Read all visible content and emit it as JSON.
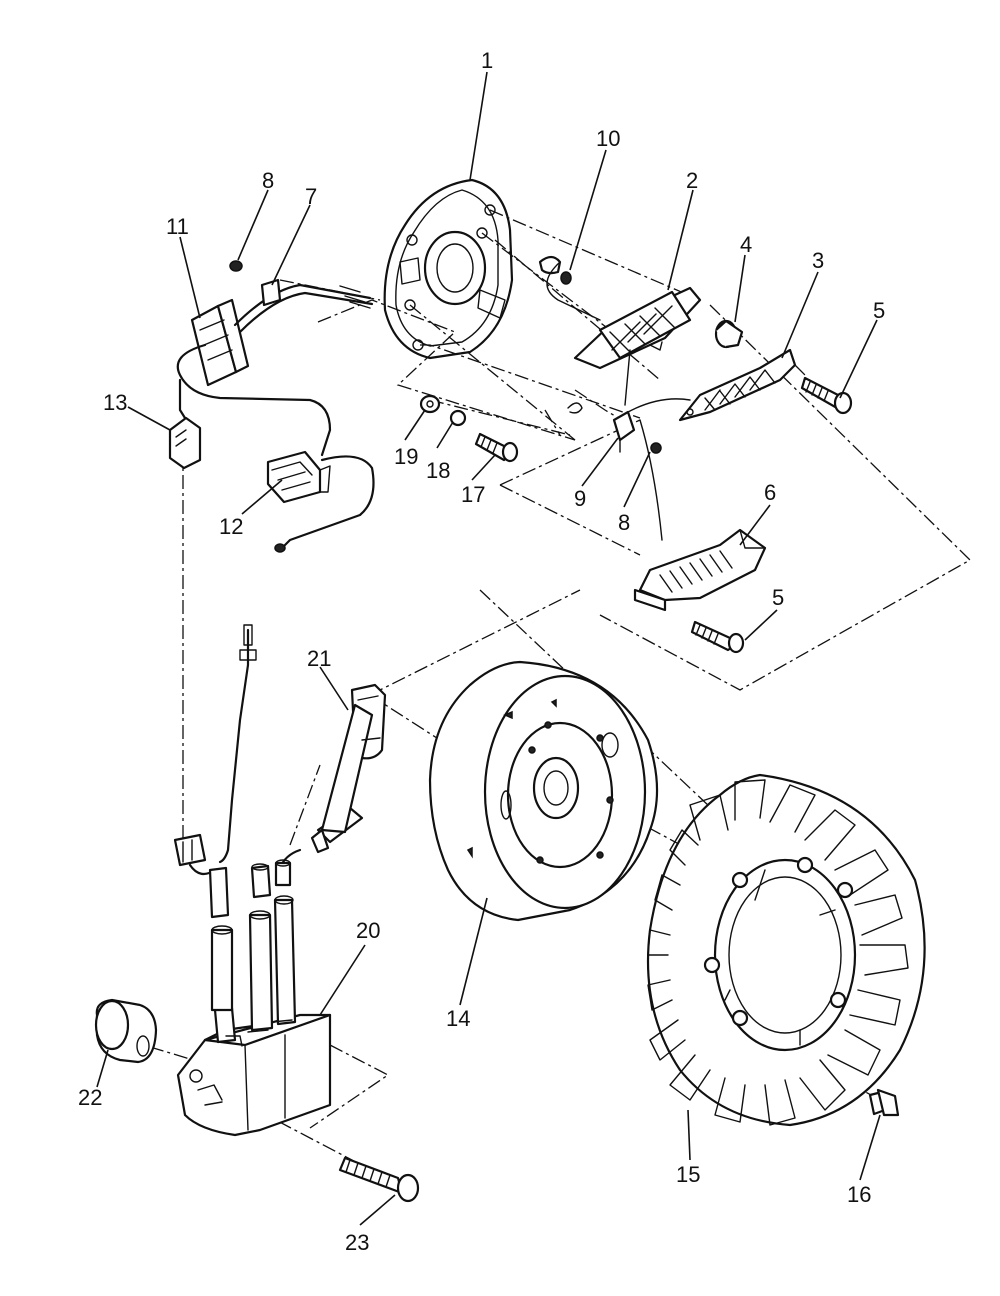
{
  "callouts": [
    {
      "id": "c1",
      "text": "1"
    },
    {
      "id": "c2",
      "text": "2"
    },
    {
      "id": "c3",
      "text": "3"
    },
    {
      "id": "c4",
      "text": "4"
    },
    {
      "id": "c5a",
      "text": "5"
    },
    {
      "id": "c5b",
      "text": "5"
    },
    {
      "id": "c6",
      "text": "6"
    },
    {
      "id": "c7",
      "text": "7"
    },
    {
      "id": "c8a",
      "text": "8"
    },
    {
      "id": "c8b",
      "text": "8"
    },
    {
      "id": "c9",
      "text": "9"
    },
    {
      "id": "c10",
      "text": "10"
    },
    {
      "id": "c11",
      "text": "11"
    },
    {
      "id": "c12",
      "text": "12"
    },
    {
      "id": "c13",
      "text": "13"
    },
    {
      "id": "c14",
      "text": "14"
    },
    {
      "id": "c15",
      "text": "15"
    },
    {
      "id": "c16",
      "text": "16"
    },
    {
      "id": "c17",
      "text": "17"
    },
    {
      "id": "c18",
      "text": "18"
    },
    {
      "id": "c19",
      "text": "19"
    },
    {
      "id": "c20",
      "text": "20"
    },
    {
      "id": "c21",
      "text": "21"
    },
    {
      "id": "c22",
      "text": "22"
    },
    {
      "id": "c23",
      "text": "23"
    }
  ]
}
